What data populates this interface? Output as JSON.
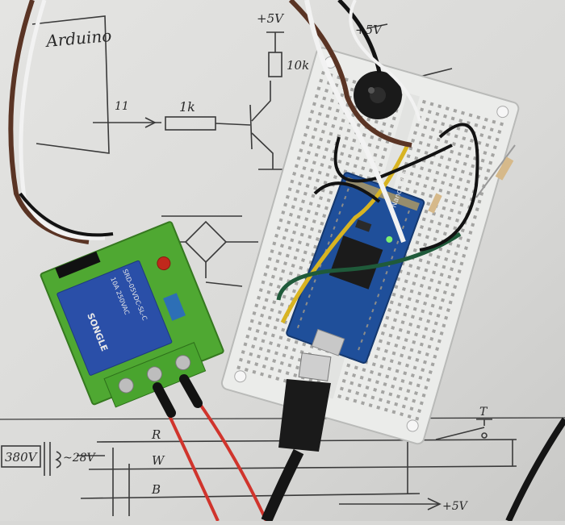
{
  "sketch": {
    "arduino_label": "Arduino",
    "supply_label": "+5V",
    "supply_label_right": "+5V",
    "resistor_top_label": "10k",
    "resistor_base_label": "1k",
    "input_pin_label": "11",
    "transformer_primary_label": "380V",
    "transformer_secondary_label": "~28V",
    "wire_r_label": "R",
    "wire_w_label": "W",
    "wire_b_label": "B",
    "switch_label": "T",
    "bottom_supply_label": "+5V"
  },
  "relay_module": {
    "brand_text": "SONGLE",
    "model_text": "SRD-05VDC-SL-C",
    "rating_text": "10A 250VAC"
  },
  "nano_board": {
    "label_text": "Nano V3.0"
  },
  "colors": {
    "paper": "#dcdcda",
    "breadboard": "#e9eae8",
    "relay_pcb": "#4fa832",
    "relay_body": "#2a4fa8",
    "nano_pcb": "#1f4f9a",
    "usb_cable": "#151515",
    "red_wire": "#d0342c",
    "green_wire": "#1f5a3a",
    "yellow_wire": "#d8b422",
    "brown_wire": "#5a3424"
  }
}
